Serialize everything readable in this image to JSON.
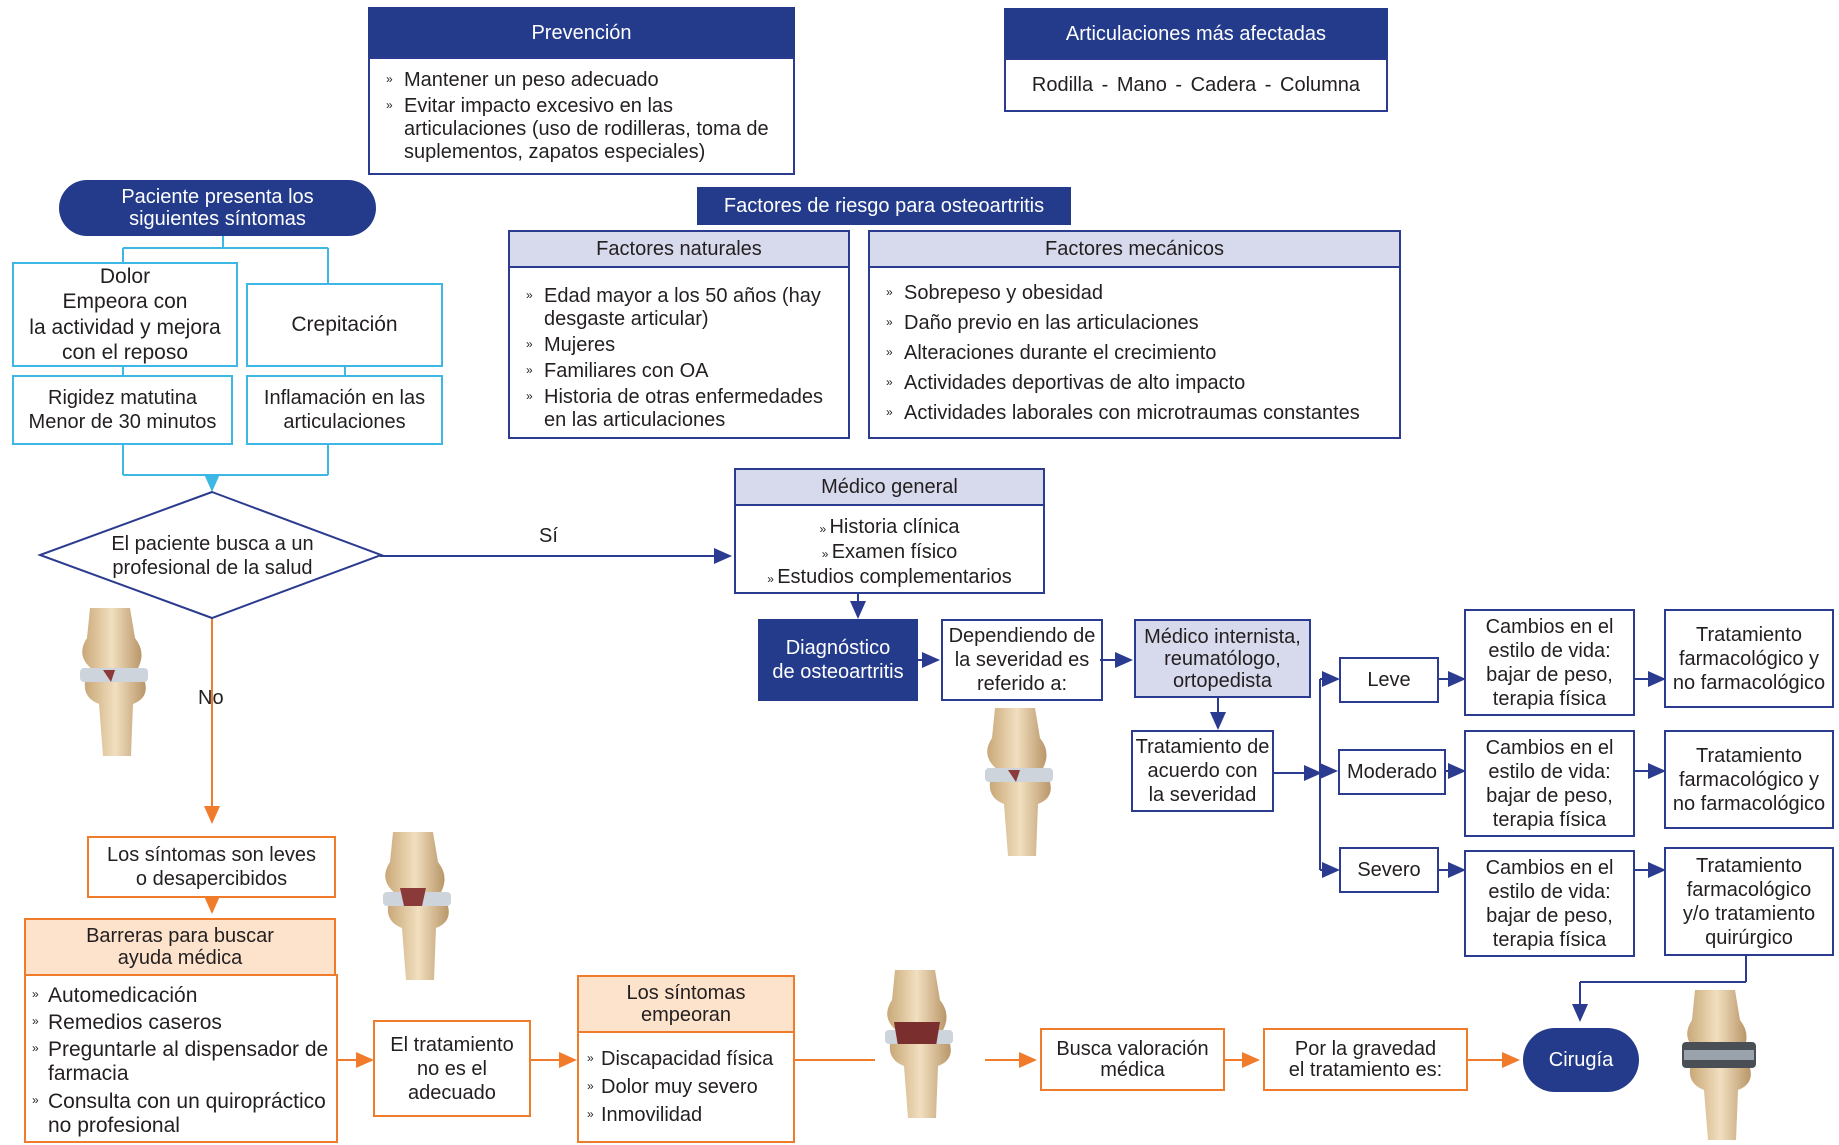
{
  "prevention": {
    "title": "Prevención",
    "items": [
      "Mantener un peso adecuado",
      "Evitar impacto excesivo en las articulaciones (uso de rodilleras, toma de suplementos, zapatos especiales)"
    ]
  },
  "joints": {
    "title": "Articulaciones más afectadas",
    "list": "Rodilla - Mano - Cadera - Columna"
  },
  "risk": {
    "title": "Factores de riesgo para osteoartritis",
    "natural_title": "Factores naturales",
    "natural_items": [
      "Edad mayor a los 50 años (hay desgaste articular)",
      "Mujeres",
      "Familiares con OA",
      "Historia de otras enfermedades en las articulaciones"
    ],
    "mechanical_title": "Factores mecánicos",
    "mechanical_items": [
      "Sobrepeso y obesidad",
      "Daño previo en las articulaciones",
      "Alteraciones durante el crecimiento",
      "Actividades deportivas de alto impacto",
      "Actividades laborales con microtraumas constantes"
    ]
  },
  "symptoms": {
    "start": "Paciente presenta los siguientes síntomas",
    "pain": "Dolor\nEmpeora con\nla actividad y mejora\ncon el reposo",
    "crepitation": "Crepitación",
    "stiffness": "Rigidez matutina\nMenor de 30 minutos",
    "inflammation": "Inflamación en las\narticulaciones"
  },
  "decision": {
    "question": "El paciente busca a un profesional de la salud",
    "yes": "Sí",
    "no": "No"
  },
  "gp": {
    "title": "Médico general",
    "items": [
      "Historia clínica",
      "Examen físico",
      "Estudios complementarios"
    ]
  },
  "diagnosis": "Diagnóstico\nde osteoartritis",
  "referral": "Dependiendo de\nla severidad es\nreferido a:",
  "specialist": "Médico internista,\nreumatólogo,\nortopedista",
  "treatment_by_severity": "Tratamiento de\nacuerdo con\nla severidad",
  "severity": {
    "mild": "Leve",
    "moderate": "Moderado",
    "severe": "Severo",
    "lifestyle": "Cambios en el\nestilo de vida:\nbajar de peso,\nterapia física",
    "pharm": "Tratamiento\nfarmacológico y\nno farmacológico",
    "pharm_surg": "Tratamiento\nfarmacológico\ny/o tratamiento\nquirúrgico"
  },
  "no_branch": {
    "mild_symptoms": "Los síntomas son leves\no desapercibidos",
    "barriers_title": "Barreras para buscar\nayuda médica",
    "barriers": [
      "Automedicación",
      "Remedios caseros",
      "Preguntarle al dispensador de farmacia",
      "Consulta con un quiropráctico no profesional"
    ],
    "wrong_treatment": "El tratamiento\nno es el\nadecuado",
    "worsen_title": "Los síntomas\nempeoran",
    "worsen": [
      "Discapacidad física",
      "Dolor muy severo",
      "Inmovilidad"
    ],
    "seek": "Busca valoración\nmédica",
    "gravity": "Por la gravedad\nel tratamiento es:",
    "surgery": "Cirugía"
  },
  "colors": {
    "navy": "#233b8a",
    "light_blue": "#3db7e4",
    "orange": "#f07b2b",
    "lavender": "#d7d9ec"
  }
}
